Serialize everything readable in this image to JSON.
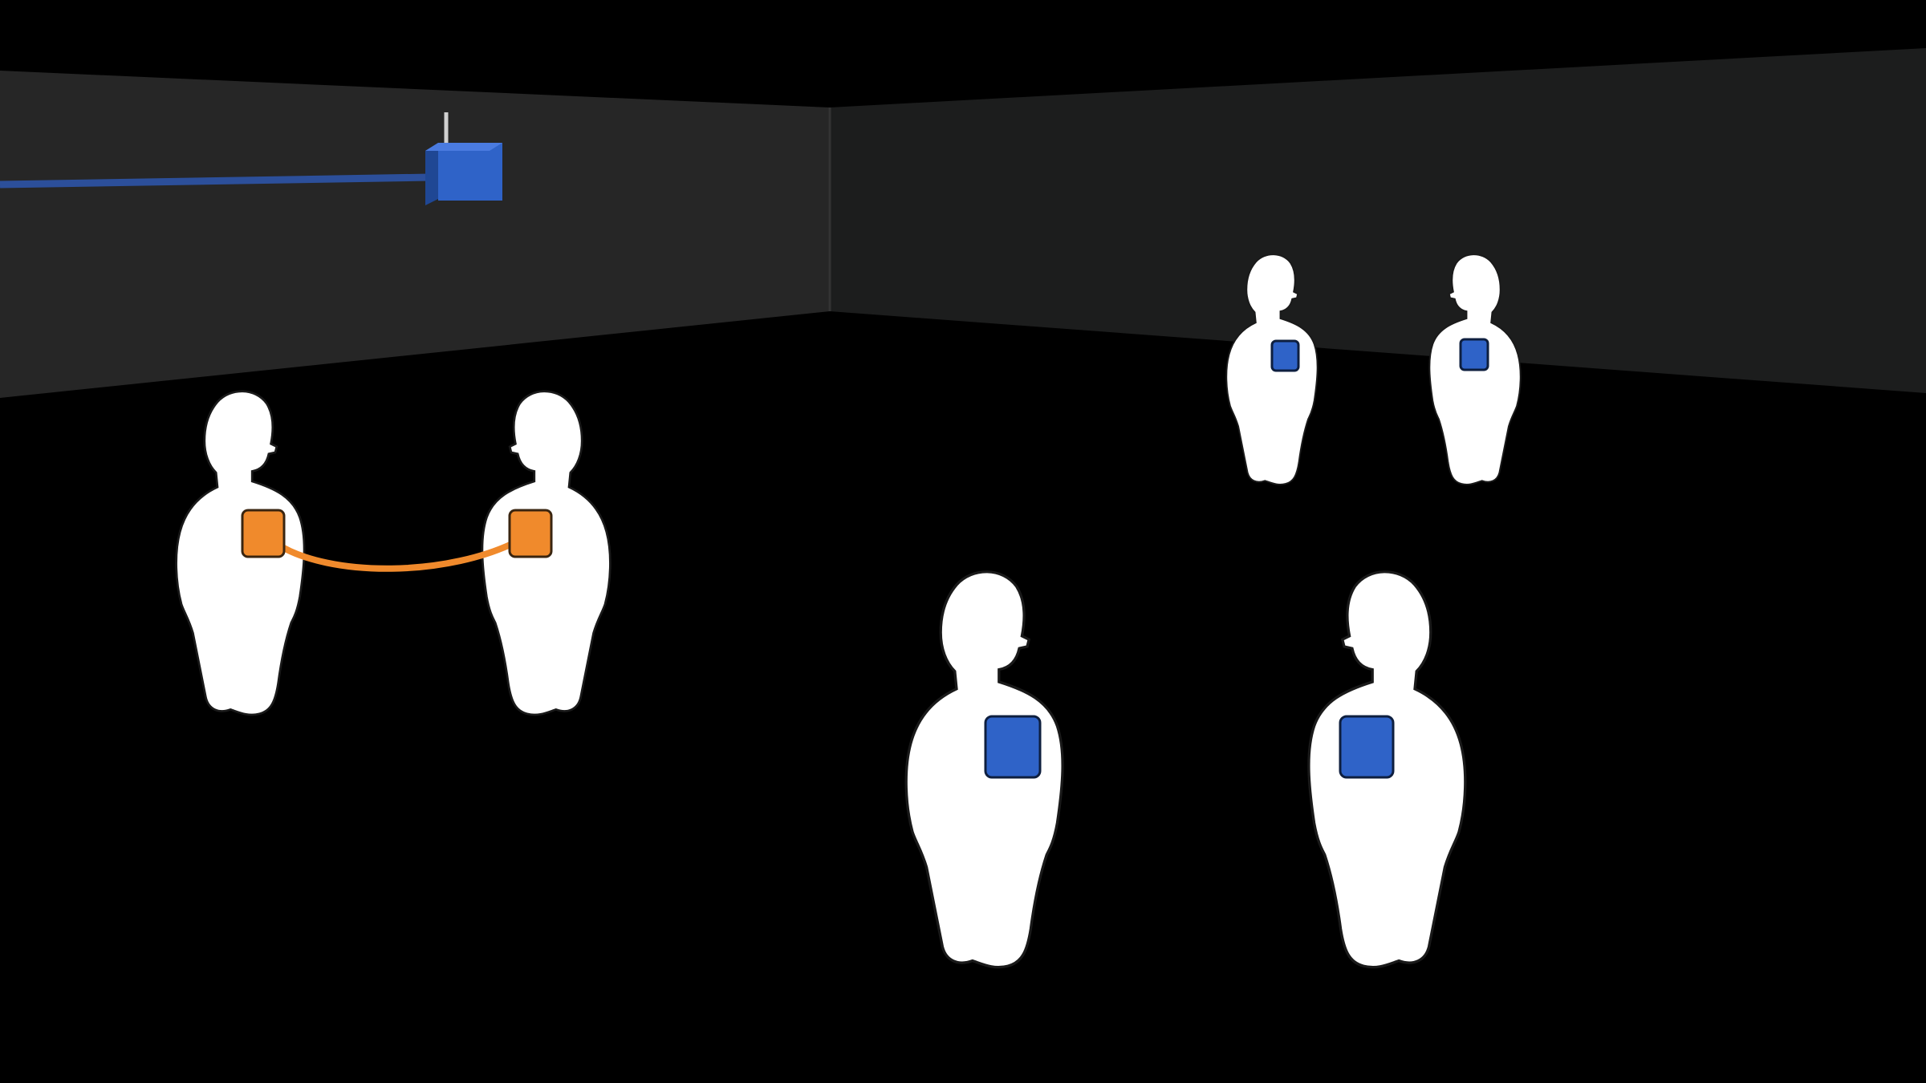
{
  "scene": {
    "description_labels": [],
    "colors": {
      "background": "#000000",
      "left_wall": "#262626",
      "right_wall": "#1c1d1d",
      "wall_corner": "#333333",
      "figure_fill": "#ffffff",
      "figure_stroke": "#1a1a1a",
      "access_point": "#2f63c8",
      "access_point_side": "#1f4794",
      "cable": "#2c4f9a",
      "wired_device": "#f08a2c",
      "wired_device_stroke": "#3a2510",
      "wireless_device": "#2f63c8",
      "wireless_device_stroke": "#0e1f3f",
      "orange_link": "#f08a2c"
    },
    "icons": {
      "access_point": "wireless-access-point-icon",
      "antenna": "antenna-icon",
      "person": "person-figure-icon",
      "device": "chest-device-icon"
    },
    "groups": [
      {
        "name": "wired-pair",
        "connection": "cable",
        "device_color": "orange",
        "people": 2
      },
      {
        "name": "wireless-back-pair",
        "connection": "none",
        "device_color": "blue",
        "people": 2
      },
      {
        "name": "wireless-front-pair",
        "connection": "none",
        "device_color": "blue",
        "people": 2
      }
    ]
  }
}
